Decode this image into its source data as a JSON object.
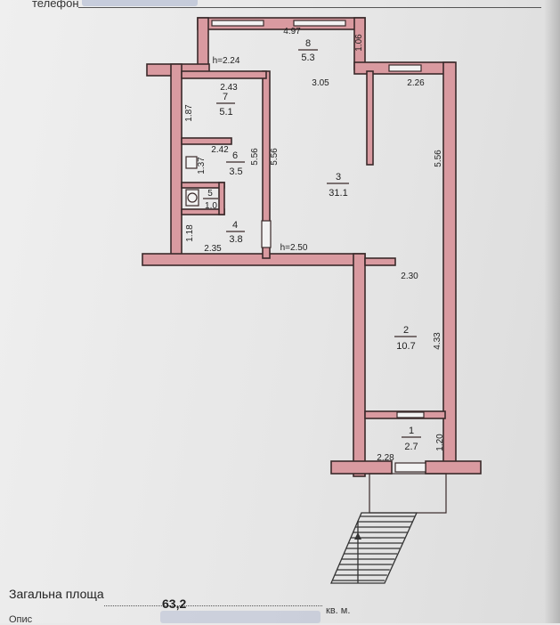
{
  "header": {
    "phone_label": "телефон"
  },
  "rooms": [
    {
      "number": "1",
      "area": "2.7"
    },
    {
      "number": "2",
      "area": "10.7"
    },
    {
      "number": "3",
      "area": "31.1"
    },
    {
      "number": "4",
      "area": "3.8"
    },
    {
      "number": "5",
      "area": "1.0"
    },
    {
      "number": "6",
      "area": "3.5"
    },
    {
      "number": "7",
      "area": "5.1"
    },
    {
      "number": "8",
      "area": "5.3"
    }
  ],
  "dimensions": {
    "top_width": "4.97",
    "top_right_depth": "1.06",
    "balcony_height": "h=2.24",
    "room8_width": "3.05",
    "room7_width": "2.43",
    "room7_depth": "1.87",
    "room6_width": "2.42",
    "room6_depth": "1.37",
    "corridor_left": "5.56",
    "corridor_right": "5.56",
    "right_wing_width": "2.26",
    "right_wing_depth": "5.56",
    "room4_depth": "1.18",
    "room4_width": "2.35",
    "main_height": "h=2.50",
    "room2_width": "2.30",
    "room2_depth": "4.33",
    "room1_width": "2.28",
    "room1_depth": "1.20"
  },
  "footer": {
    "total_label": "Загальна площа",
    "total_value": "63,2",
    "unit": "кв. м.",
    "next_label": "Опис"
  }
}
